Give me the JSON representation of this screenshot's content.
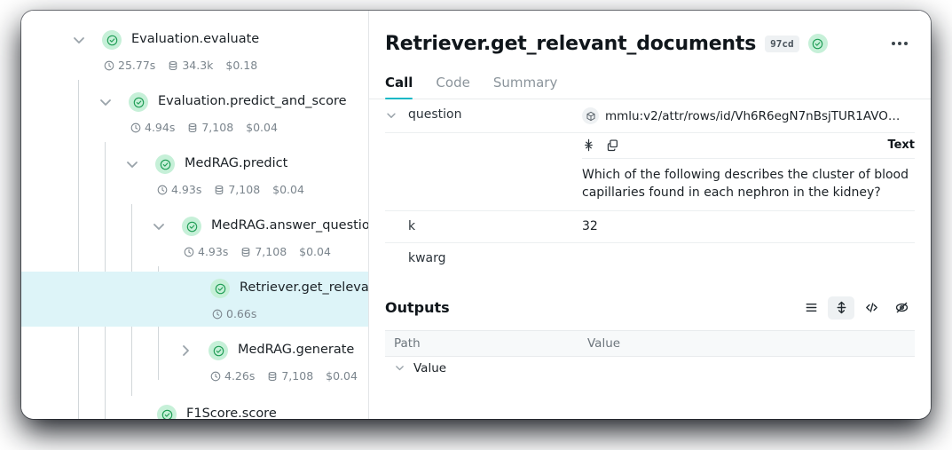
{
  "tree": {
    "nodes": [
      {
        "label": "Evaluation.evaluate",
        "duration": "25.77s",
        "tokens": "34.3k",
        "cost": "$0.18",
        "expanded": true,
        "selected": false
      },
      {
        "label": "Evaluation.predict_and_score",
        "duration": "4.94s",
        "tokens": "7,108",
        "cost": "$0.04",
        "expanded": true,
        "selected": false
      },
      {
        "label": "MedRAG.predict",
        "duration": "4.93s",
        "tokens": "7,108",
        "cost": "$0.04",
        "expanded": true,
        "selected": false
      },
      {
        "label": "MedRAG.answer_question",
        "duration": "4.93s",
        "tokens": "7,108",
        "cost": "$0.04",
        "expanded": true,
        "selected": false
      },
      {
        "label": "Retriever.get_relevant_d",
        "duration": "0.66s",
        "tokens": "",
        "cost": "",
        "expanded": false,
        "selected": true
      },
      {
        "label": "MedRAG.generate",
        "duration": "4.26s",
        "tokens": "7,108",
        "cost": "$0.04",
        "expanded": false,
        "selected": false
      },
      {
        "label": "F1Score.score",
        "duration": "",
        "tokens": "",
        "cost": "",
        "expanded": false,
        "selected": false
      }
    ]
  },
  "detail": {
    "title": "Retriever.get_relevant_documents",
    "hash": "97cd",
    "more_label": "more-options",
    "tabs": [
      {
        "label": "Call",
        "active": true
      },
      {
        "label": "Code",
        "active": false
      },
      {
        "label": "Summary",
        "active": false
      }
    ],
    "inputs": [
      {
        "key": "question",
        "ref": "mmlu:v2/attr/rows/id/Vh6R6egN7nBsjTUR1AVO…",
        "format_label": "Text",
        "text": "Which of the following describes the cluster of blood capillaries found in each nephron in the kidney?"
      },
      {
        "key": "k",
        "value": "32"
      },
      {
        "key": "kwarg",
        "value": ""
      }
    ],
    "outputs": {
      "title": "Outputs",
      "tools": [
        {
          "name": "list-view",
          "active": false
        },
        {
          "name": "expand-rows",
          "active": true
        },
        {
          "name": "code-view",
          "active": false
        },
        {
          "name": "hide-view",
          "active": false
        }
      ],
      "columns": [
        "Path",
        "Value"
      ],
      "rows": [
        {
          "path": "Value"
        }
      ]
    }
  },
  "colors": {
    "accent": "#13b8c6",
    "selected_row": "#ddf4f8",
    "status_green": "#1f9d55",
    "status_bg": "#c6f0d8"
  }
}
